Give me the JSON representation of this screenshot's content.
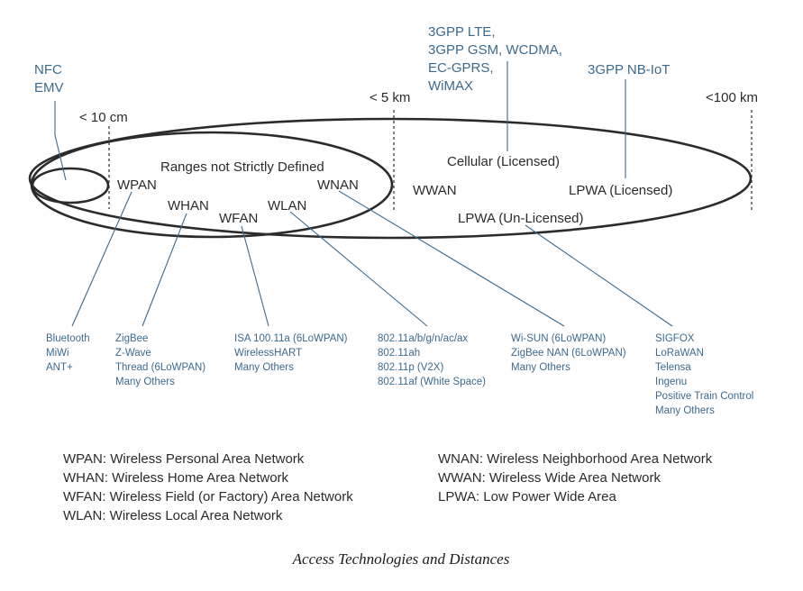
{
  "distances": {
    "d10cm": "< 10 cm",
    "d5km": "< 5 km",
    "d100km": "<100 km"
  },
  "ranges_note": "Ranges not Strictly Defined",
  "networks": {
    "wpan": "WPAN",
    "whan": "WHAN",
    "wfan": "WFAN",
    "wlan": "WLAN",
    "wnan": "WNAN",
    "wwan": "WWAN",
    "cellular": "Cellular (Licensed)",
    "lpwa_licensed": "LPWA (Licensed)",
    "lpwa_unlicensed": "LPWA (Un-Licensed)"
  },
  "top_labels": {
    "nfc": [
      "NFC",
      "EMV"
    ],
    "cellular_tech": [
      "3GPP LTE,",
      "3GPP GSM, WCDMA,",
      "EC-GPRS,",
      "WiMAX"
    ],
    "nbiot": [
      "3GPP NB-IoT"
    ]
  },
  "tech_lists": {
    "wpan": [
      "Bluetooth",
      "MiWi",
      "ANT+"
    ],
    "whan": [
      "ZigBee",
      "Z-Wave",
      "Thread (6LoWPAN)",
      "Many Others"
    ],
    "wfan": [
      "ISA 100.11a (6LoWPAN)",
      "WirelessHART",
      "Many Others"
    ],
    "wlan": [
      "802.11a/b/g/n/ac/ax",
      "802.11ah",
      "802.11p (V2X)",
      "802.11af (White Space)"
    ],
    "wnan": [
      "Wi-SUN (6LoWPAN)",
      "ZigBee NAN (6LoWPAN)",
      "Many Others"
    ],
    "lpwa": [
      "SIGFOX",
      "LoRaWAN",
      "Telensa",
      "Ingenu",
      "Positive Train Control",
      "Many Others"
    ]
  },
  "legend": {
    "left": [
      "WPAN: Wireless Personal Area Network",
      "WHAN: Wireless Home Area Network",
      "WFAN: Wireless Field (or Factory) Area Network",
      "WLAN: Wireless Local Area Network"
    ],
    "right": [
      "WNAN: Wireless Neighborhood Area Network",
      "WWAN: Wireless Wide Area Network",
      "LPWA: Low Power Wide Area"
    ]
  },
  "caption": "Access Technologies and Distances",
  "colors": {
    "ink": "#2b2b2b",
    "accent_blue": "#3d6a8c"
  }
}
